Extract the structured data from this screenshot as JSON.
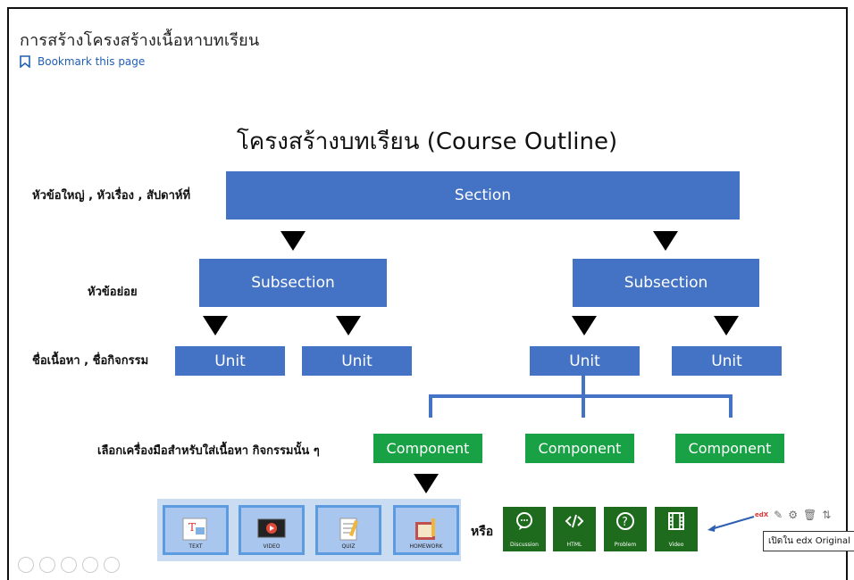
{
  "page": {
    "title": "การสร้างโครงสร้างเนื้อหาบทเรียน",
    "bookmark_label": "Bookmark this page"
  },
  "diagram": {
    "title": "โครงสร้างบทเรียน (Course Outline)",
    "row_labels": {
      "section": "หัวข้อใหญ่ , หัวเรื่อง , สัปดาห์ที่",
      "subsection": "หัวข้อย่อย",
      "unit": "ชื่อเนื้อหา , ชื่อกิจกรรม",
      "component": "เลือกเครื่องมือสำหรับใส่เนื้อหา กิจกรรมนั้น ๆ"
    },
    "section": "Section",
    "subsections": [
      "Subsection",
      "Subsection"
    ],
    "units": [
      "Unit",
      "Unit",
      "Unit",
      "Unit"
    ],
    "components": [
      "Component",
      "Component",
      "Component"
    ],
    "tools": [
      {
        "caption": "TEXT",
        "icon": "text-icon"
      },
      {
        "caption": "VIDEO",
        "icon": "video-icon"
      },
      {
        "caption": "QUIZ",
        "icon": "quiz-icon"
      },
      {
        "caption": "HOMEWORK",
        "icon": "homework-icon"
      }
    ],
    "or_label": "หรือ",
    "edx_tools": [
      {
        "caption": "Discussion",
        "icon": "chat-icon"
      },
      {
        "caption": "HTML",
        "icon": "code-icon"
      },
      {
        "caption": "Problem",
        "icon": "question-icon"
      },
      {
        "caption": "Video",
        "icon": "film-icon"
      }
    ],
    "edx_mini": "edX",
    "tooltip": "เปิดใน edx Original"
  },
  "colors": {
    "section_blue": "#4472c4",
    "component_green": "#19a245",
    "edx_tile": "#1e6b1e",
    "link_blue": "#1f5fb6"
  }
}
